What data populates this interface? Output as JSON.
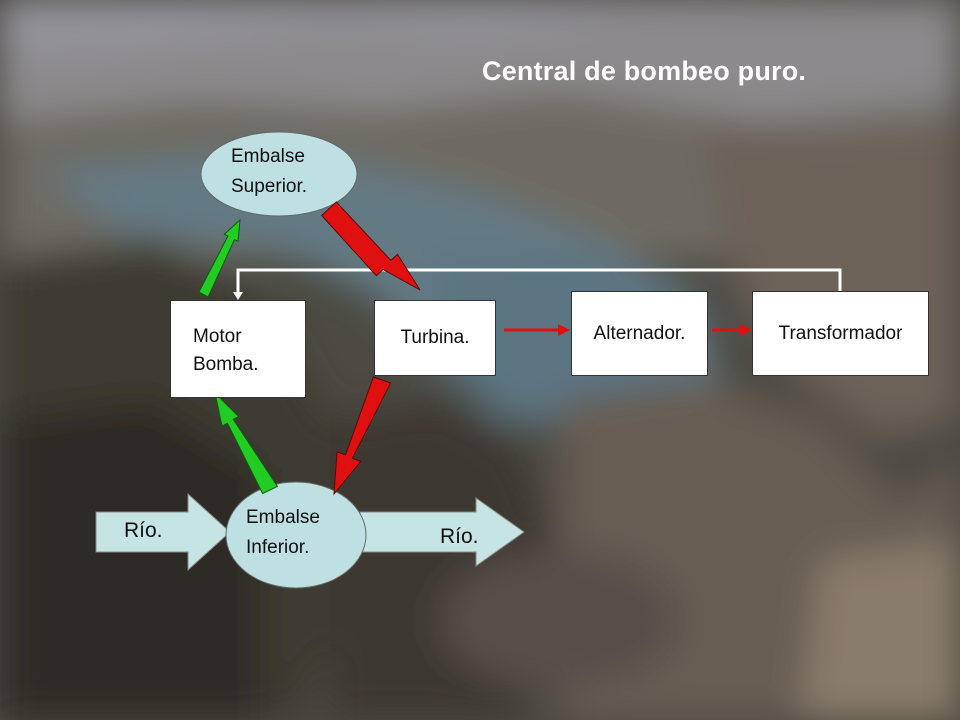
{
  "title": "Central de bombeo puro.",
  "nodes": {
    "embalse_superior": {
      "line1": "Embalse",
      "line2": "Superior."
    },
    "embalse_inferior": {
      "line1": "Embalse",
      "line2": "Inferior."
    },
    "motor_bomba": {
      "line1": "Motor",
      "line2": "Bomba."
    },
    "turbina": "Turbina.",
    "alternador": "Alternador.",
    "transformador": "Transformador",
    "rio_in": "Río.",
    "rio_out": "Río."
  },
  "colors": {
    "ellipse_fill": "#bfe0e2",
    "river_arrow_fill": "#c6e4e4",
    "turbine_flow": "#e01010",
    "pump_flow": "#22cc22",
    "power_connector": "#ffffff"
  }
}
